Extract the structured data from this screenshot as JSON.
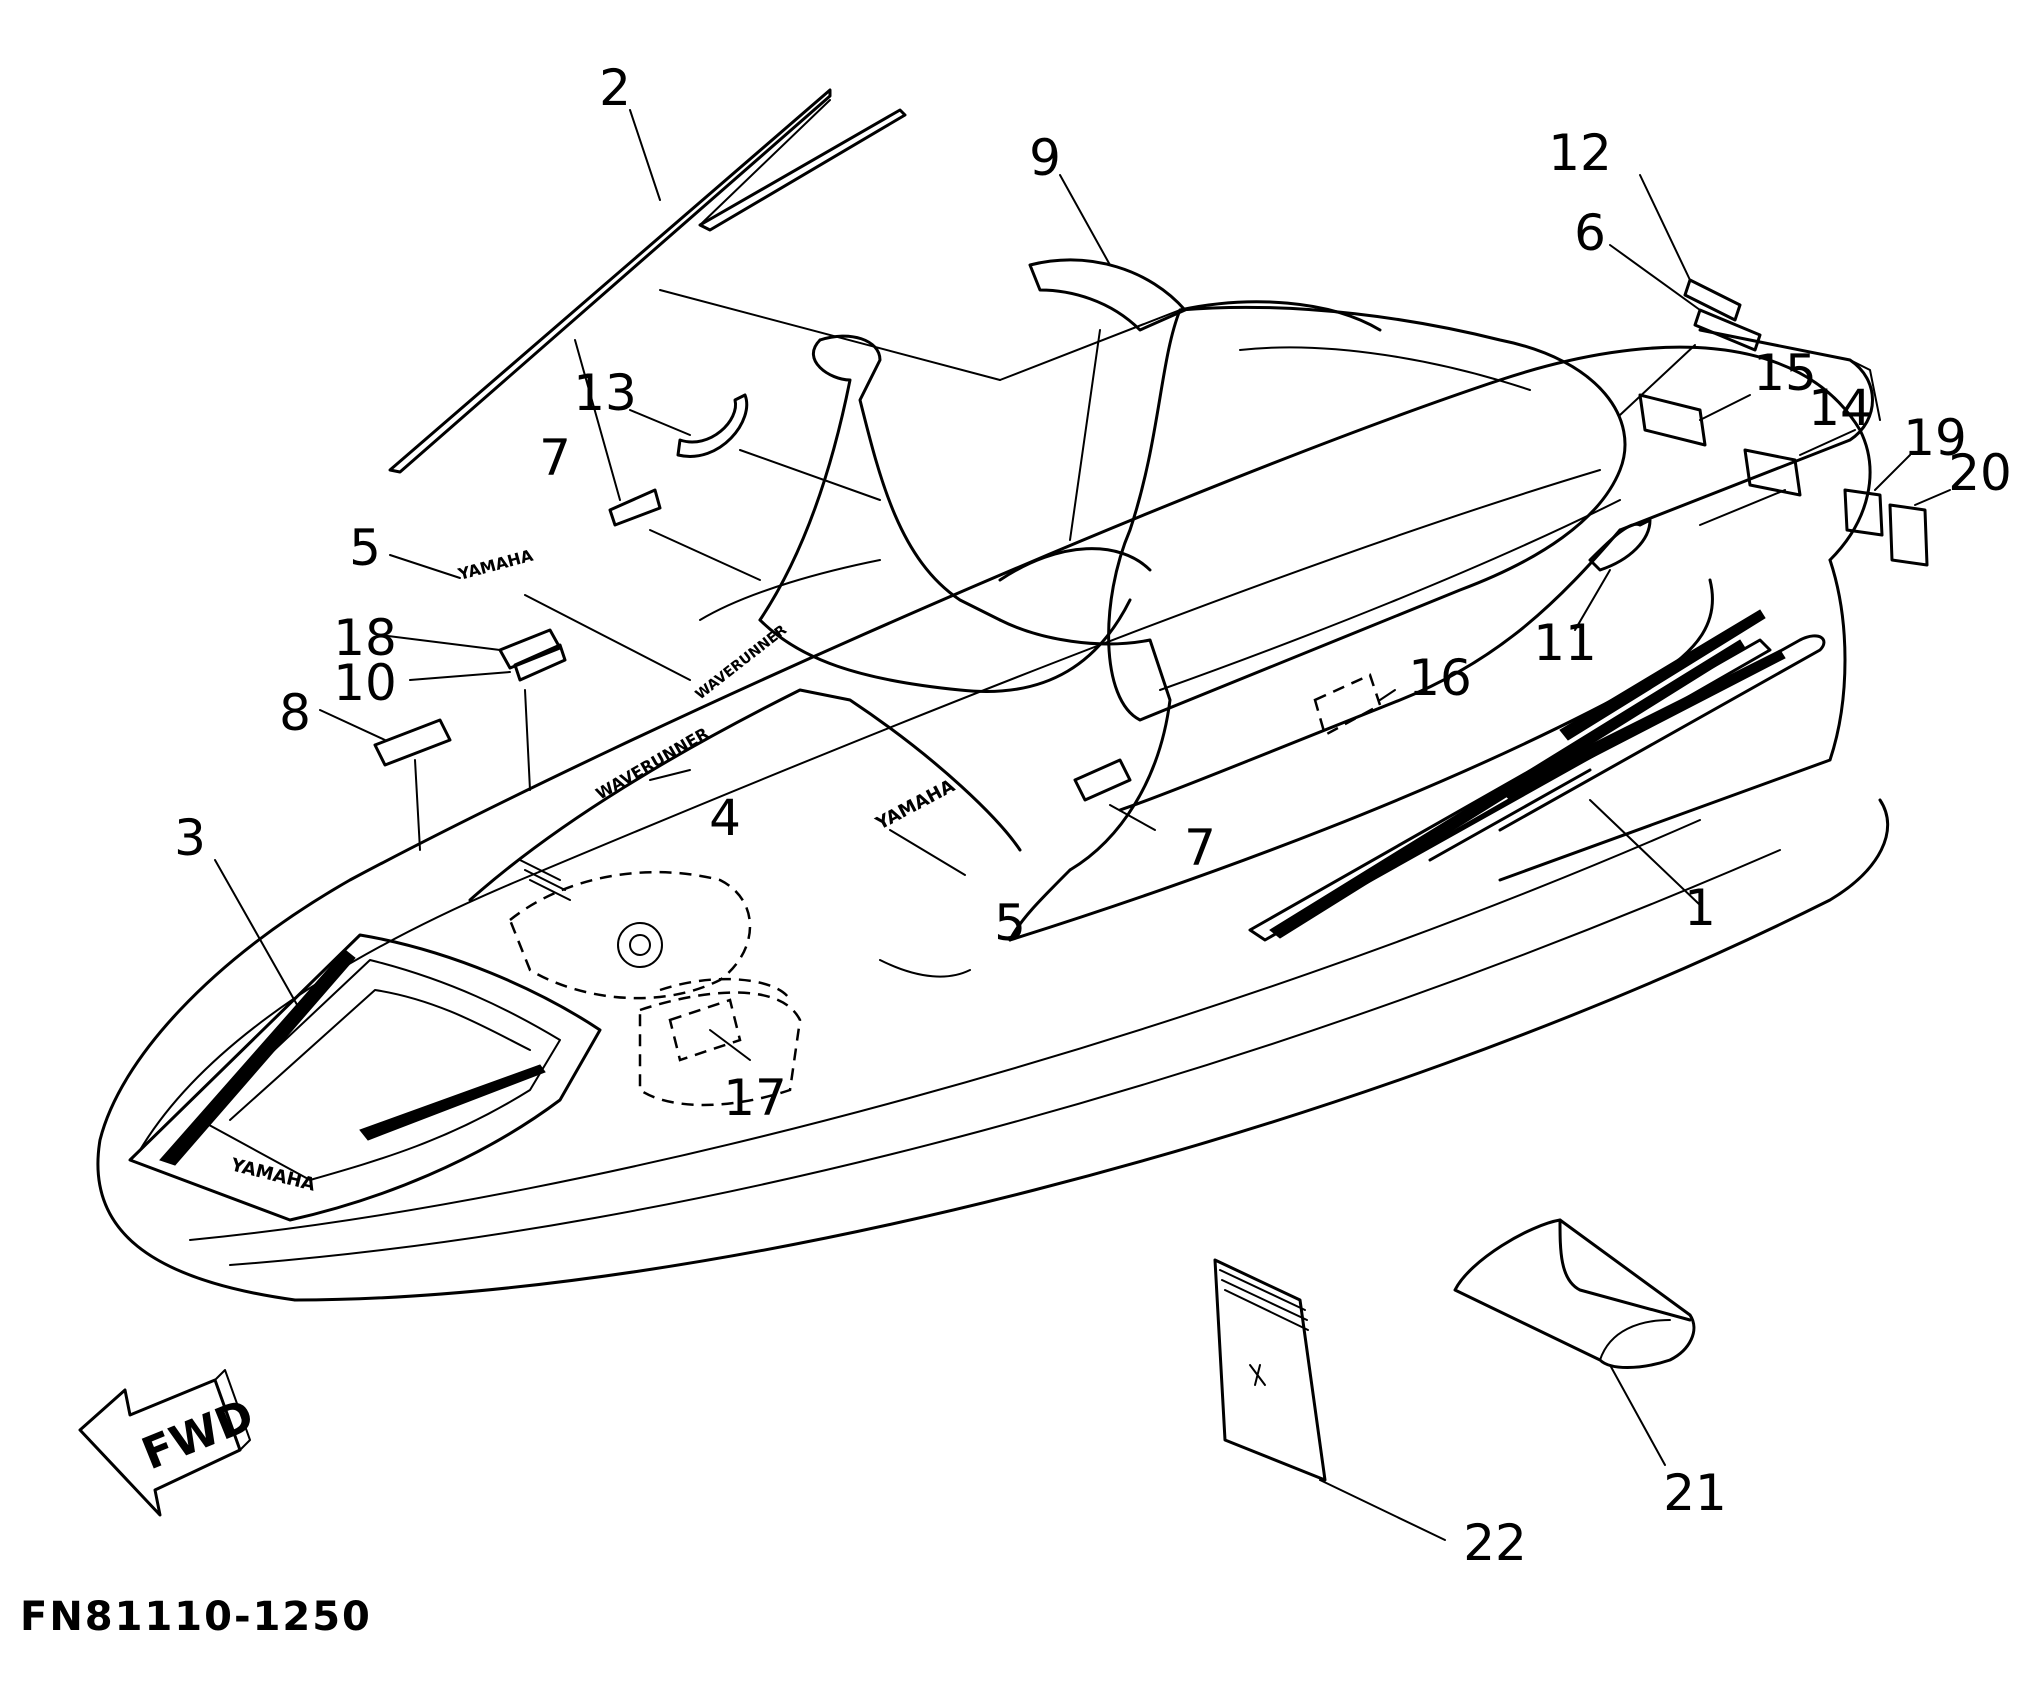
{
  "diagram": {
    "callouts": [
      "1",
      "2",
      "3",
      "4",
      "5",
      "6",
      "7",
      "8",
      "9",
      "10",
      "11",
      "12",
      "13",
      "14",
      "15",
      "16",
      "17",
      "18",
      "19",
      "20",
      "21",
      "22"
    ],
    "label_5_repeat": "5",
    "label_7_repeat": "7",
    "fwd_arrow_text": "FWD",
    "decal_text_bow": "YAMAHA",
    "decal_text_hood": "YAMAHA",
    "decal_text_side": "WAVERUNNER",
    "decal_text_top": "WAVERUNNER",
    "drawing_code": "FN81110-1250"
  }
}
